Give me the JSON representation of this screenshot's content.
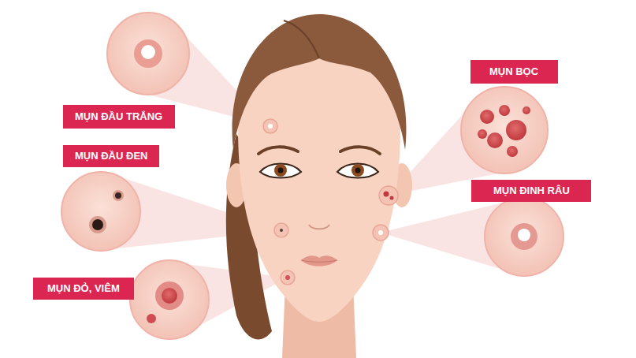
{
  "diagram": {
    "nodes": [
      {
        "text": [
          "MỤN BỌC"
        ]
      },
      {
        "text": [
          "MỤN ĐẦU TRẮNG"
        ]
      },
      {
        "text": [
          "MỤN ĐẦU ĐEN"
        ]
      },
      {
        "text": [
          "MỤN ĐINH RÂU"
        ]
      },
      {
        "text": [
          "MỤN ĐỎ, VIÊM"
        ]
      }
    ]
  }
}
